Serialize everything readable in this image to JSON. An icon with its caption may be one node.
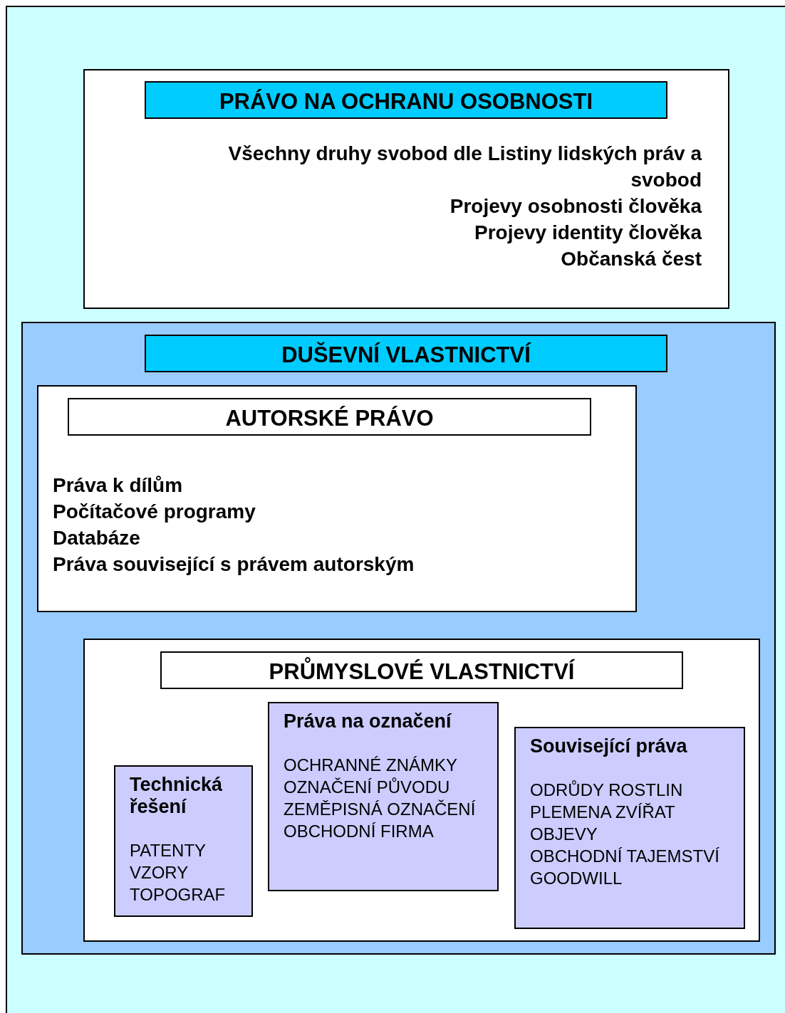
{
  "diagram": {
    "nodes": [
      {
        "text": [
          "Všechny druhy svobod dle Listiny lidských práv a svobod",
          "Projevy osobnosti člověka",
          "Projevy identity člověka",
          "Občanská čest"
        ]
      },
      {
        "text": [
          "PRÁVO NA OCHRANU OSOBNOSTI"
        ],
        "in": 0
      },
      {
        "text": [],
        "shape": "box"
      },
      {
        "text": [
          "DUŠEVNÍ VLASTNICTVÍ"
        ],
        "in": 2
      },
      {
        "text": [
          "Práva k dílům",
          "Počítačové programy",
          "Databáze",
          "Práva související s právem autorským"
        ],
        "in": 2
      },
      {
        "text": [
          "AUTORSKÉ PRÁVO"
        ],
        "in": 4
      },
      {
        "text": [],
        "shape": "box",
        "in": 2
      },
      {
        "text": [
          "PRŮMYSLOVÉ VLASTNICTVÍ"
        ],
        "in": 6
      },
      {
        "text": [
          "Technická řešení",
          "PATENTY",
          "VZORY",
          "TOPOGRAF"
        ],
        "in": 6
      },
      {
        "text": [
          "Práva na označení",
          "OCHRANNÉ ZNÁMKY",
          "OZNAČENÍ PŮVODU",
          "ZEMĚPISNÁ OZNAČENÍ",
          "OBCHODNÍ FIRMA"
        ],
        "in": 6
      },
      {
        "text": [
          "Související práva",
          "ODRŮDY ROSTLIN",
          "PLEMENA ZVÍŘAT",
          "OBJEVY",
          "OBCHODNÍ TAJEMSTVÍ",
          "GOODWILL"
        ],
        "in": 6
      }
    ]
  }
}
